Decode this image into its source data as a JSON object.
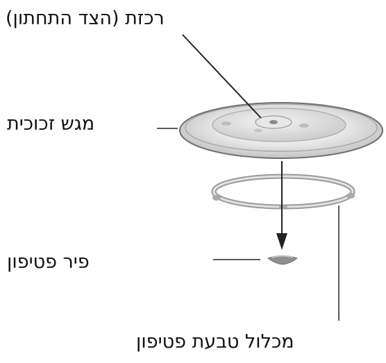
{
  "labels": {
    "hub": "רכזת (הצד התחתון)",
    "glass_tray": "מגש זכוכית",
    "coupler": "פיר פטיפון",
    "roller_ring": "מכלול טבעת פטיפון"
  },
  "colors": {
    "line": "#222222",
    "tray_outline": "#6e6e6e",
    "tray_fill": "#dcdcdc",
    "ring": "#9a9a9a"
  }
}
